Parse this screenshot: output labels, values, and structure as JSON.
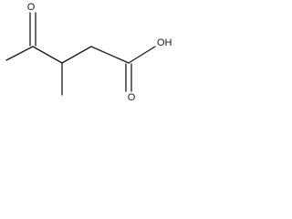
{
  "structure": {
    "atom_labels": {
      "ketone_oxygen": "O",
      "carboxyl_oxygen": "O",
      "hydroxyl": "OH"
    }
  }
}
